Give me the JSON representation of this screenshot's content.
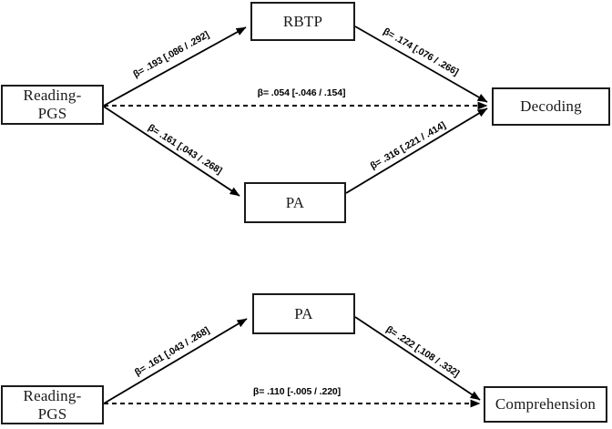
{
  "figure": {
    "description": "Two mediation path diagrams with standardized beta coefficients and confidence intervals",
    "colors": {
      "background": "#ffffff",
      "lines": "#000000",
      "text": "#000000"
    }
  },
  "top_model": {
    "predictor_line1": "Reading-",
    "predictor_line2": "PGS",
    "mediator1": "RBTP",
    "mediator2": "PA",
    "outcome": "Decoding",
    "path_predictor_to_mediator1": "β= .193 [.086 / .292]",
    "path_mediator1_to_outcome": "β= .174 [.076 / .266]",
    "path_predictor_to_mediator2": "β= .161 [.043 / .268]",
    "path_mediator2_to_outcome": "β= .316 [.221 / .414]",
    "path_direct": "β= .054 [-.046 / .154]"
  },
  "bottom_model": {
    "predictor_line1": "Reading-",
    "predictor_line2": "PGS",
    "mediator": "PA",
    "outcome": "Comprehension",
    "path_predictor_to_mediator": "β= .161 [.043 / .268]",
    "path_mediator_to_outcome": "β= .222 [.108 / .332]",
    "path_direct": "β= .110 [-.005 / .220]"
  }
}
